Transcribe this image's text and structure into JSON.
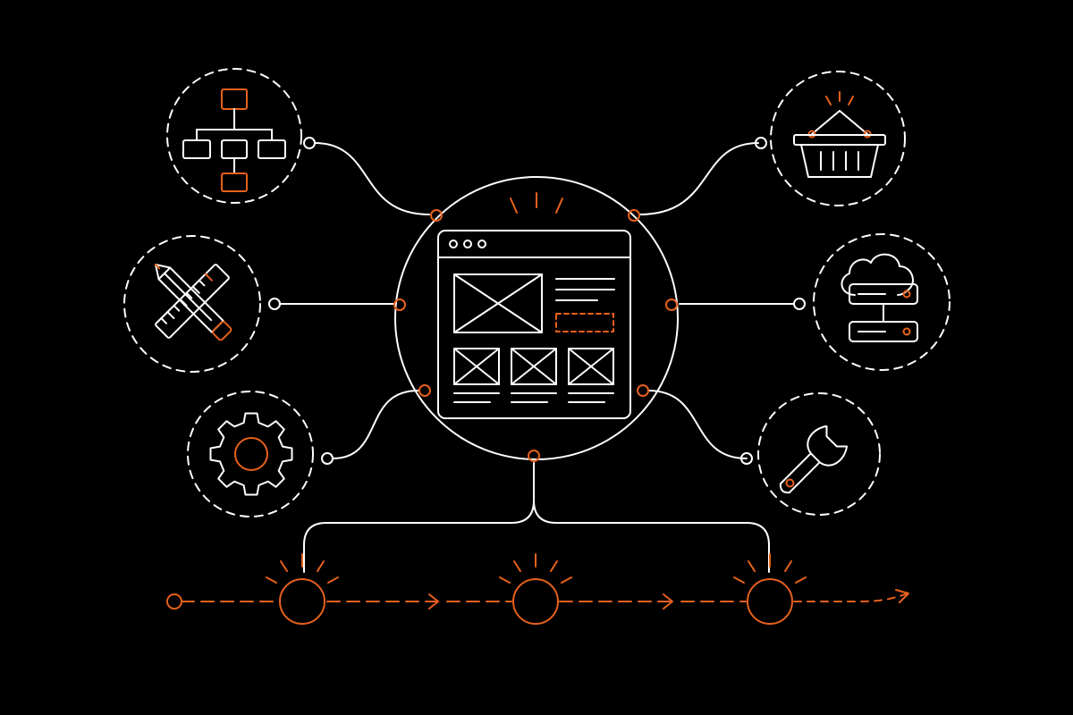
{
  "colors": {
    "background": "#000000",
    "line": "#ffffff",
    "accent": "#e8611c"
  },
  "center": {
    "icon": "browser-wireframe-icon"
  },
  "satellites": [
    {
      "id": "sitemap",
      "icon": "sitemap-hierarchy-icon"
    },
    {
      "id": "design-tools",
      "icon": "pencil-ruler-icon"
    },
    {
      "id": "settings",
      "icon": "gear-icon"
    },
    {
      "id": "ecommerce",
      "icon": "shopping-basket-icon"
    },
    {
      "id": "cloud-hosting",
      "icon": "cloud-server-icon"
    },
    {
      "id": "maintenance",
      "icon": "wrench-icon"
    }
  ],
  "timeline": {
    "milestones": 3,
    "direction": "left-to-right"
  }
}
